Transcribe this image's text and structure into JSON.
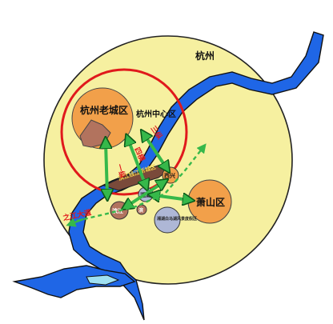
{
  "map": {
    "city_label": "杭州",
    "old_city_label": "杭州老城区",
    "center_label": "杭州中心区",
    "xiaoshan_label": "萧山区",
    "axis_label": "之江大道",
    "node_binjiang": "滨江",
    "node_xixing": "西兴",
    "node_yangfan": "滨",
    "node_xianghu": "湘湖",
    "node_kecheng": "科城",
    "node_white_horse": "湘湖白马湖风景度假区",
    "link_label_1": "一纵",
    "link_label_2": "四横",
    "link_label_3": "三纵",
    "band_label": "滨江钱江新城区",
    "colors": {
      "outer_circle": "#f6f0a0",
      "river": "#1f66e6",
      "old_city": "#f2a04a",
      "red_ring": "#e0191c",
      "arrow": "#36b84a",
      "node_grey": "#aeb7d6",
      "node_dark": "#b2735e"
    }
  }
}
